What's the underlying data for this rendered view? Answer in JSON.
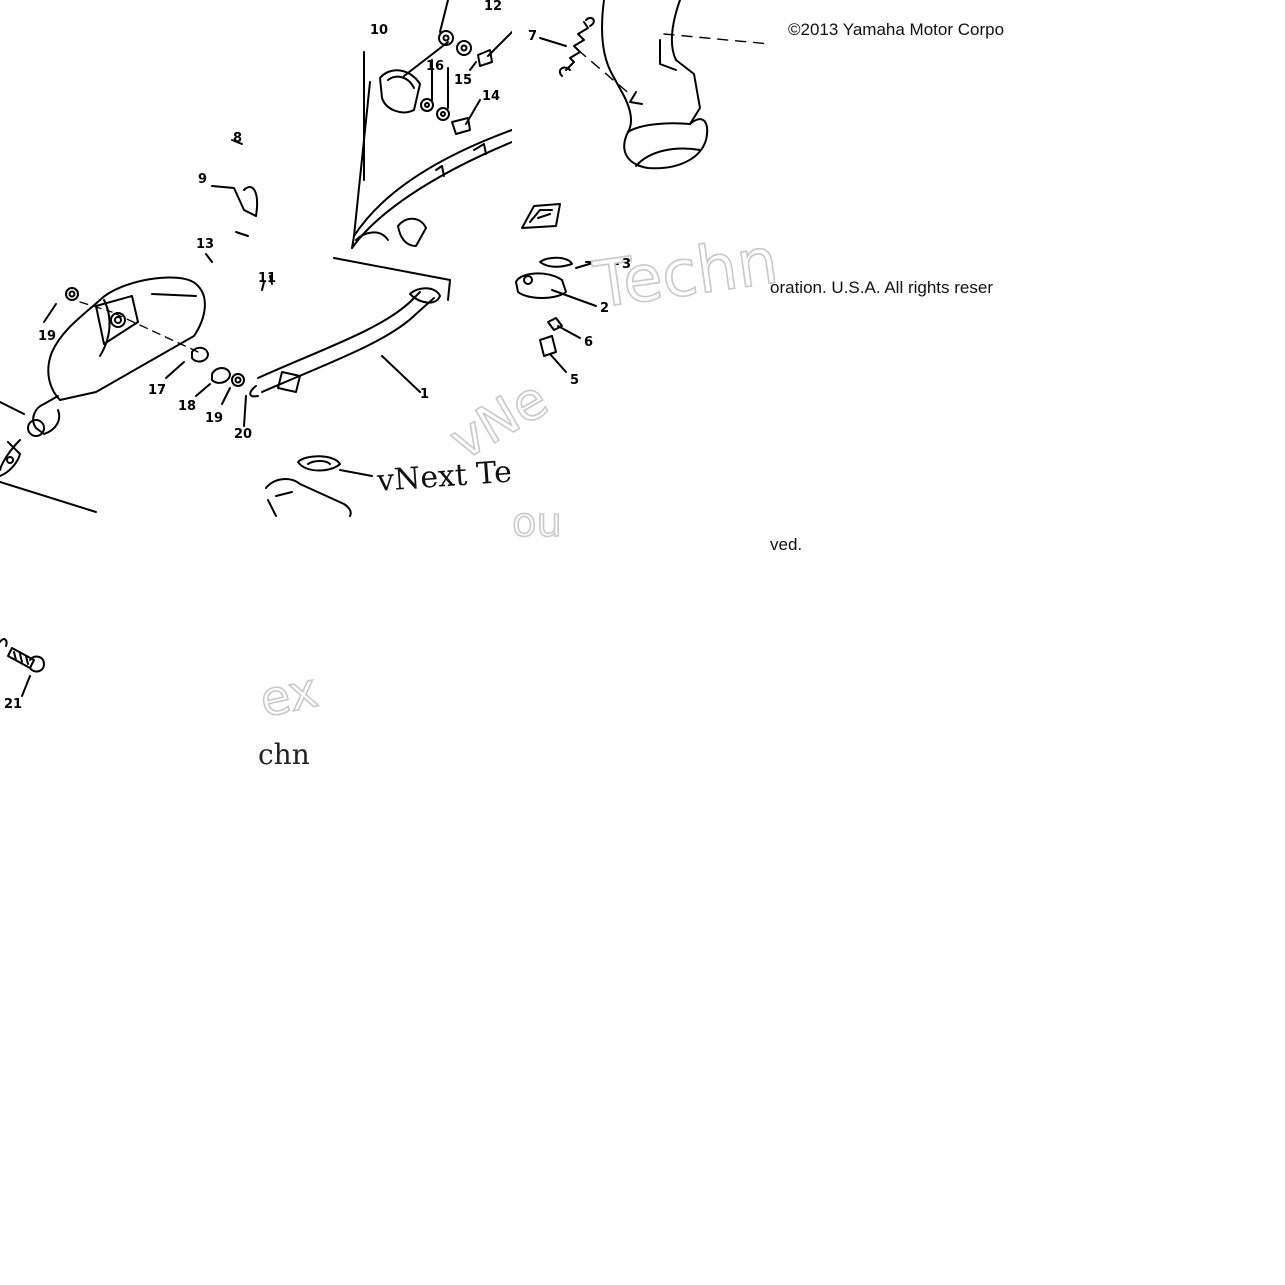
{
  "copyright": {
    "line1": "©2013 Yamaha Motor Corpo",
    "line2": "oration. U.S.A. All rights reser",
    "line3": "ved."
  },
  "watermarks": {
    "tile_a": "Techn",
    "tile_b": "vNext Te",
    "tile_c": "vNe",
    "tile_d": "ex",
    "tile_e": "chn",
    "tile_f": "ou"
  },
  "callouts": {
    "c10": "10",
    "c12": "12",
    "c16": "16",
    "c15": "15",
    "c14": "14",
    "c7": "7",
    "c8": "8",
    "c9": "9",
    "c13": "13",
    "c11": "11",
    "c3": "3",
    "c2": "2",
    "c6": "6",
    "c5": "5",
    "c19a": "19",
    "c17": "17",
    "c18": "18",
    "c19b": "19",
    "c20": "20",
    "c1": "1",
    "c21": "21"
  },
  "colors": {
    "line": "#000000",
    "watermark_outline": "#c9c9c9",
    "background": "#ffffff"
  }
}
